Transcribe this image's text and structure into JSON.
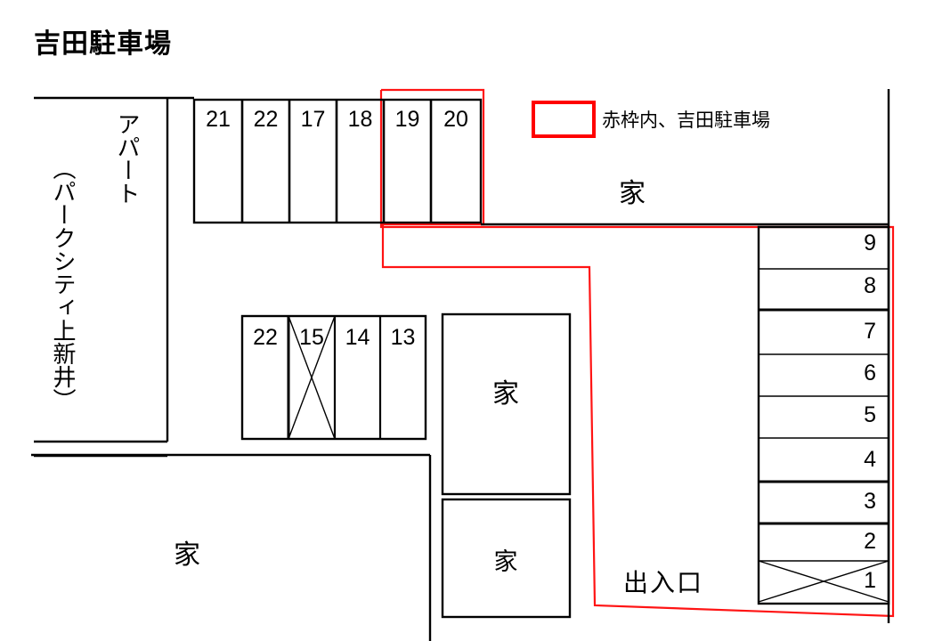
{
  "title": "吉田駐車場",
  "legend": {
    "swatch_color": "#ff0000",
    "text": "赤枠内、吉田駐車場"
  },
  "apartment": {
    "name_line1": "アパート",
    "name_line2": "（パークシティ上新井）"
  },
  "labels": {
    "house": "家",
    "gate": "出入口"
  },
  "houses": [
    {
      "id": "house-top-right",
      "label": "家"
    },
    {
      "id": "house-middle",
      "label": "家"
    },
    {
      "id": "house-lower",
      "label": "家"
    },
    {
      "id": "house-bottom-left",
      "label": "家"
    }
  ],
  "stall_rows": {
    "top_row": {
      "stalls": [
        {
          "number": "21",
          "crossed": false
        },
        {
          "number": "22",
          "crossed": false
        },
        {
          "number": "17",
          "crossed": false
        },
        {
          "number": "18",
          "crossed": false
        },
        {
          "number": "19",
          "crossed": false
        },
        {
          "number": "20",
          "crossed": false
        }
      ]
    },
    "middle_row": {
      "stalls": [
        {
          "number": "22",
          "crossed": false
        },
        {
          "number": "15",
          "crossed": true
        },
        {
          "number": "14",
          "crossed": false
        },
        {
          "number": "13",
          "crossed": false
        }
      ]
    },
    "right_column": {
      "stalls": [
        {
          "number": "9",
          "crossed": false
        },
        {
          "number": "8",
          "crossed": false
        },
        {
          "number": "7",
          "crossed": false
        },
        {
          "number": "6",
          "crossed": false
        },
        {
          "number": "5",
          "crossed": false
        },
        {
          "number": "4",
          "crossed": false
        },
        {
          "number": "3",
          "crossed": false
        },
        {
          "number": "2",
          "crossed": false
        },
        {
          "number": "1",
          "crossed": true
        }
      ]
    }
  },
  "colors": {
    "line": "#000000",
    "boundary": "#ff0000",
    "background": "#ffffff"
  }
}
